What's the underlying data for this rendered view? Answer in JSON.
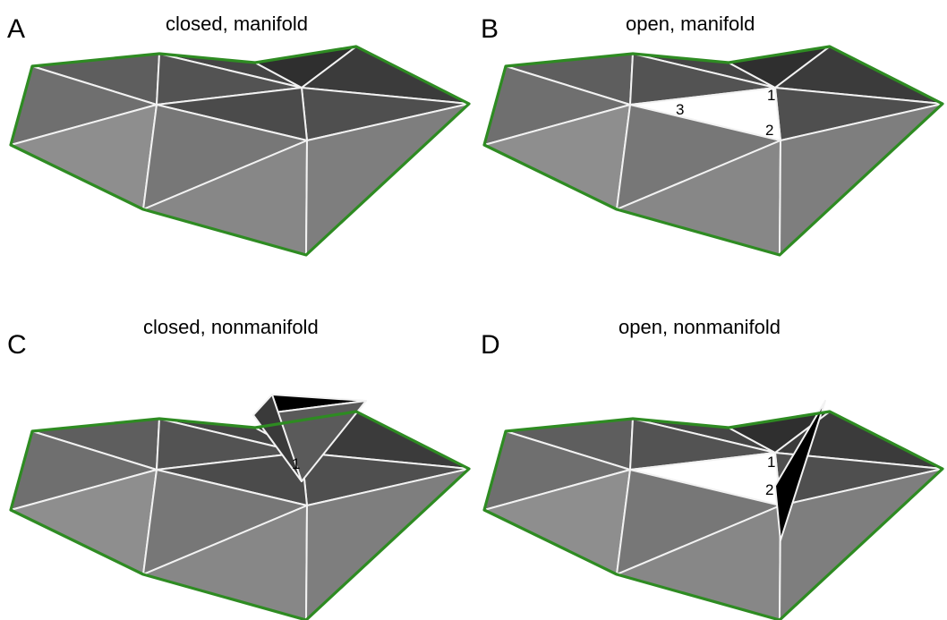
{
  "panels": [
    {
      "letter": "A",
      "title": "closed, manifold",
      "variant": "closed-manifold",
      "vertex_labels": []
    },
    {
      "letter": "B",
      "title": "open, manifold",
      "variant": "open-manifold",
      "vertex_labels": [
        "1",
        "2",
        "3"
      ]
    },
    {
      "letter": "C",
      "title": "closed, nonmanifold",
      "variant": "closed-nonmanifold",
      "vertex_labels": [
        "1"
      ]
    },
    {
      "letter": "D",
      "title": "open, nonmanifold",
      "variant": "open-nonmanifold",
      "vertex_labels": [
        "1",
        "2"
      ]
    }
  ],
  "colors": {
    "boundary": "#2e8b22",
    "edge": "#f2f2f2",
    "hole": "#ffffff",
    "fin": "#000000"
  }
}
